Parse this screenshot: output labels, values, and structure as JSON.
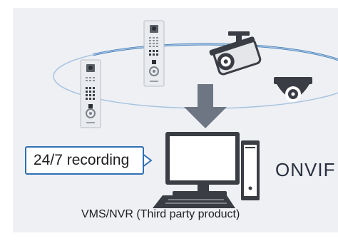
{
  "callout": {
    "label": "24/7 recording"
  },
  "logo": {
    "text": "ONVIF"
  },
  "caption": {
    "text": "VMS/NVR (Third party product)"
  },
  "colors": {
    "orbit": "#3d7ab8",
    "arrow": "#6e7683",
    "panel": "#eef0f4",
    "device": "#e9ebee",
    "pc_dark": "#3b3d44",
    "callout_border": "#2f6fb2"
  },
  "icons": [
    "door-station-icon",
    "door-station-icon",
    "bullet-camera-icon",
    "dome-camera-icon",
    "desktop-computer-icon",
    "onvif-logo"
  ]
}
